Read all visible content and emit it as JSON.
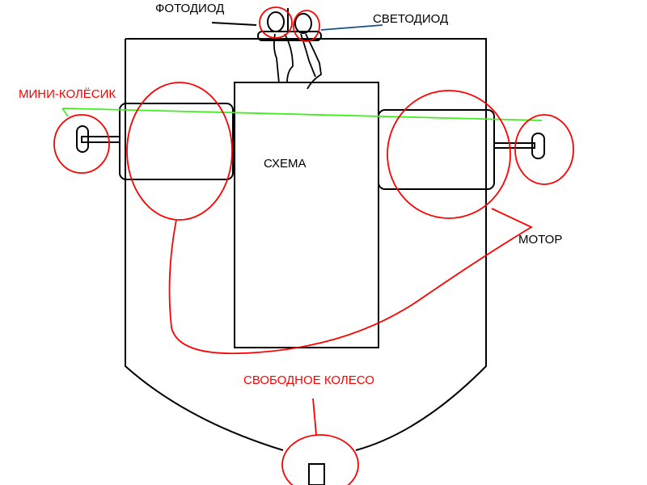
{
  "labels": {
    "photodiode": "ФОТОДИОД",
    "led": "СВЕТОДИОД",
    "mini_wheel": "МИНИ-КОЛЁСИК",
    "circuit": "СХЕМА",
    "motor": "МОТОР",
    "free_wheel": "СВОБОДНОЕ КОЛЕСО"
  },
  "colors": {
    "outline": "#000000",
    "highlight": "#ff0000",
    "pointer_green": "#44ee22",
    "pointer_blue": "#1a4f8a"
  }
}
